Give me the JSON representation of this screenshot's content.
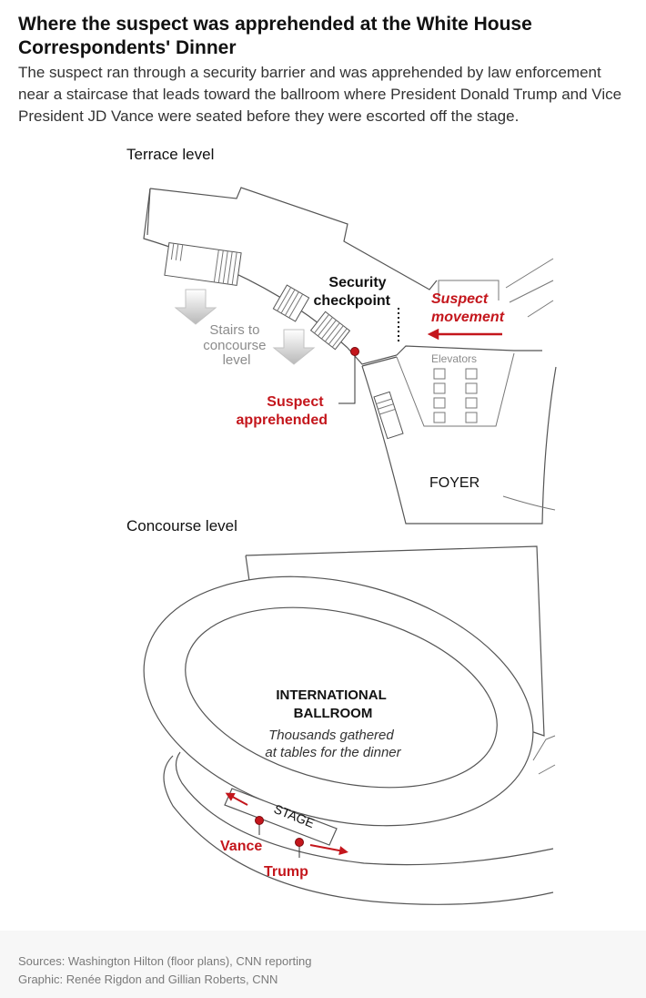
{
  "header": {
    "title": "Where the suspect was apprehended at the White House Correspondents' Dinner",
    "dek": "The suspect ran through a security barrier and was apprehended by law enforcement near a staircase that leads toward the ballroom where President Donald Trump and Vice President JD Vance were seated before they were escorted off the stage."
  },
  "terrace": {
    "label": "Terrace level",
    "security_checkpoint": [
      "Security",
      "checkpoint"
    ],
    "suspect_movement": [
      "Suspect",
      "movement"
    ],
    "stairs": [
      "Stairs to",
      "concourse",
      "level"
    ],
    "elevators": "Elevators",
    "apprehended": [
      "Suspect",
      "apprehended"
    ],
    "foyer": "FOYER"
  },
  "concourse": {
    "label": "Concourse level",
    "ballroom": [
      "INTERNATIONAL",
      "BALLROOM"
    ],
    "ballroom_note": [
      "Thousands gathered",
      "at tables for the dinner"
    ],
    "stage": "STAGE",
    "vance": "Vance",
    "trump": "Trump"
  },
  "colors": {
    "accent_red": "#c4161c",
    "wall_gray": "#555555",
    "muted_gray": "#8c8c8c"
  },
  "footer": {
    "sources": "Sources: Washington Hilton (floor plans), CNN reporting",
    "credit": "Graphic: Renée Rigdon and Gillian Roberts, CNN"
  }
}
